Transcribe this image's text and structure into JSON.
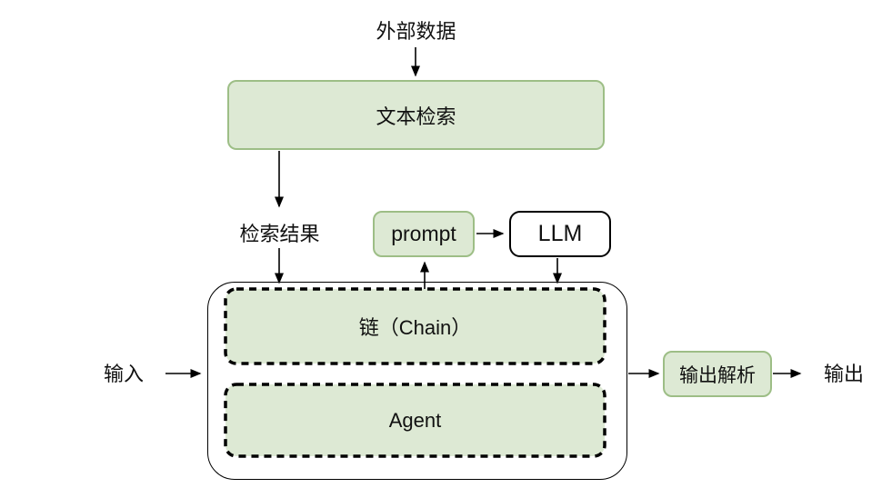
{
  "diagram": {
    "title": "LangChain-style RAG flow diagram",
    "nodes": {
      "external_data": "外部数据",
      "text_retrieval": "文本检索",
      "retrieval_result": "检索结果",
      "prompt": "prompt",
      "llm": "LLM",
      "chain": "链（Chain）",
      "agent": "Agent",
      "input": "输入",
      "output_parser": "输出解析",
      "output": "输出"
    },
    "colors": {
      "green_fill": "#dde9d4",
      "green_border": "#9dbe86",
      "line": "#000000",
      "background": "#ffffff"
    }
  }
}
